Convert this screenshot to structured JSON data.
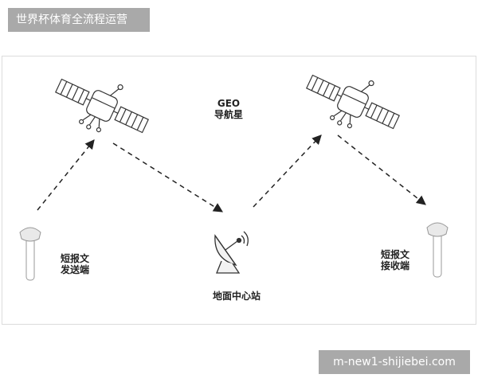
{
  "header": {
    "badge_text": "世界杯体育全流程运营"
  },
  "footer": {
    "watermark": "m-new1-shijiebei.com"
  },
  "diagram": {
    "geo_label_line1": "GEO",
    "geo_label_line2": "导航星",
    "sender_line1": "短报文",
    "sender_line2": "发送端",
    "ground_station": "地面中心站",
    "receiver_line1": "短报文",
    "receiver_line2": "接收端"
  }
}
